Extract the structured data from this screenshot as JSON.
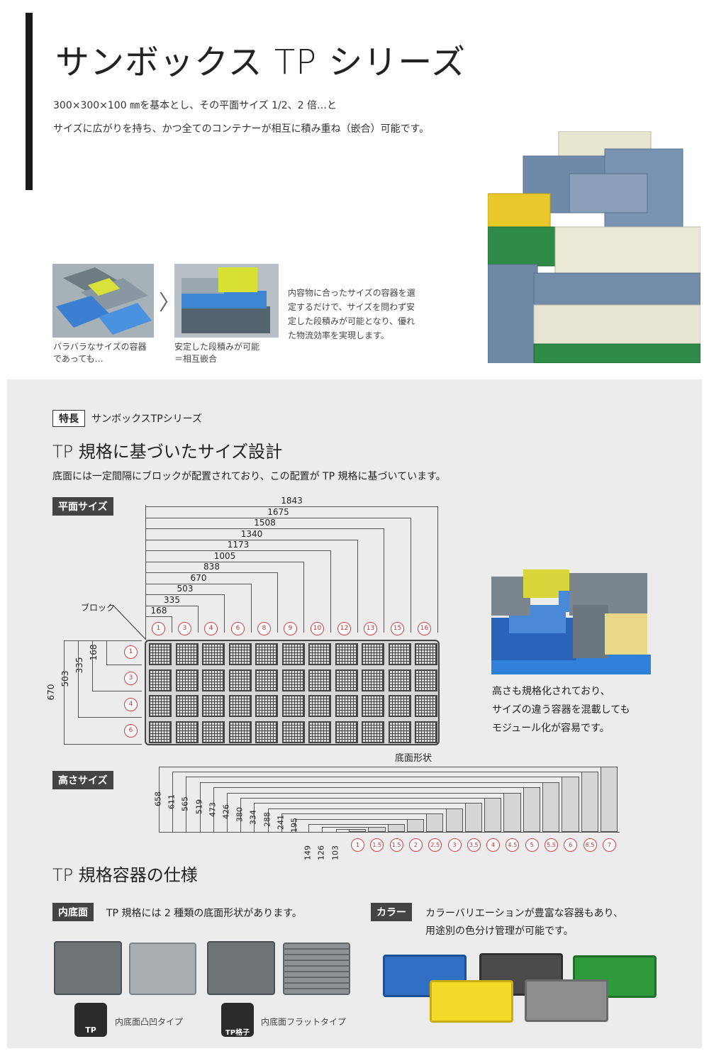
{
  "header": {
    "title": "サンボックス TP シリーズ",
    "intro_line1": "300×300×100 ㎜を基本とし、その平面サイズ 1/2、2 倍…と",
    "intro_line2": "サイズに広がりを持ち、かつ全てのコンテナーが相互に積み重ね（嵌合）可能です。"
  },
  "compare": {
    "before_caption_1": "バラバラなサイズの容器",
    "before_caption_2": "であっても…",
    "after_caption_1": "安定した段積みが可能",
    "after_caption_2": "＝相互嵌合",
    "desc_1": "内容物に合ったサイズの容器を選",
    "desc_2": "定するだけで、サイズを問わず安",
    "desc_3": "定した段積みが可能となり、優れ",
    "desc_4": "た物流効率を実現します。",
    "arrow": "〉"
  },
  "feature": {
    "tag": "特長",
    "tag_text": "サンボックスTPシリーズ",
    "title": "TP 規格に基づいたサイズ設計",
    "desc": "底面には一定間隔にブロックが配置されており、この配置が TP 規格に基づいています。"
  },
  "plan": {
    "label": "平面サイズ",
    "widths": [
      "1843",
      "1675",
      "1508",
      "1340",
      "1173",
      "1005",
      "838",
      "670",
      "503",
      "335",
      "168"
    ],
    "columns": [
      "1",
      "3",
      "4",
      "6",
      "8",
      "9",
      "10",
      "12",
      "13",
      "15",
      "16"
    ],
    "rows": [
      "1",
      "3",
      "4",
      "6"
    ],
    "depths": [
      "168",
      "335",
      "503",
      "670"
    ],
    "block_label": "ブロック",
    "bottom_label": "底面形状",
    "side_text_1": "高さも規格化されており、",
    "side_text_2": "サイズの違う容器を混載しても",
    "side_text_3": "モジュール化が容易です。"
  },
  "height": {
    "label": "高さサイズ",
    "values": [
      "658",
      "611",
      "565",
      "519",
      "473",
      "426",
      "380",
      "334",
      "288",
      "241",
      "195",
      "149",
      "126",
      "103"
    ],
    "steps": [
      "1",
      "1.5",
      "1.5",
      "2",
      "2.5",
      "3",
      "3.5",
      "4",
      "4.5",
      "5",
      "5.5",
      "6",
      "6.5",
      "7"
    ]
  },
  "spec": {
    "title": "TP 規格容器の仕様",
    "inner_label": "内底面",
    "inner_text": "TP 規格には 2 種類の底面形状があります。",
    "type1_badge": "TP",
    "type1_name": "内底面凸凹タイプ",
    "type2_badge": "TP格子",
    "type2_name": "内底面フラットタイプ",
    "color_label": "カラー",
    "color_text_1": "カラーバリエーションが豊富な容器もあり、",
    "color_text_2": "用途別の色分け管理が可能です。"
  },
  "colors": {
    "blue": "#2f6fc4",
    "yellow": "#f2d92a",
    "black": "#4a4a4a",
    "gray": "#8d8d8d",
    "green": "#2f9a3c",
    "circle": "#c03030"
  }
}
